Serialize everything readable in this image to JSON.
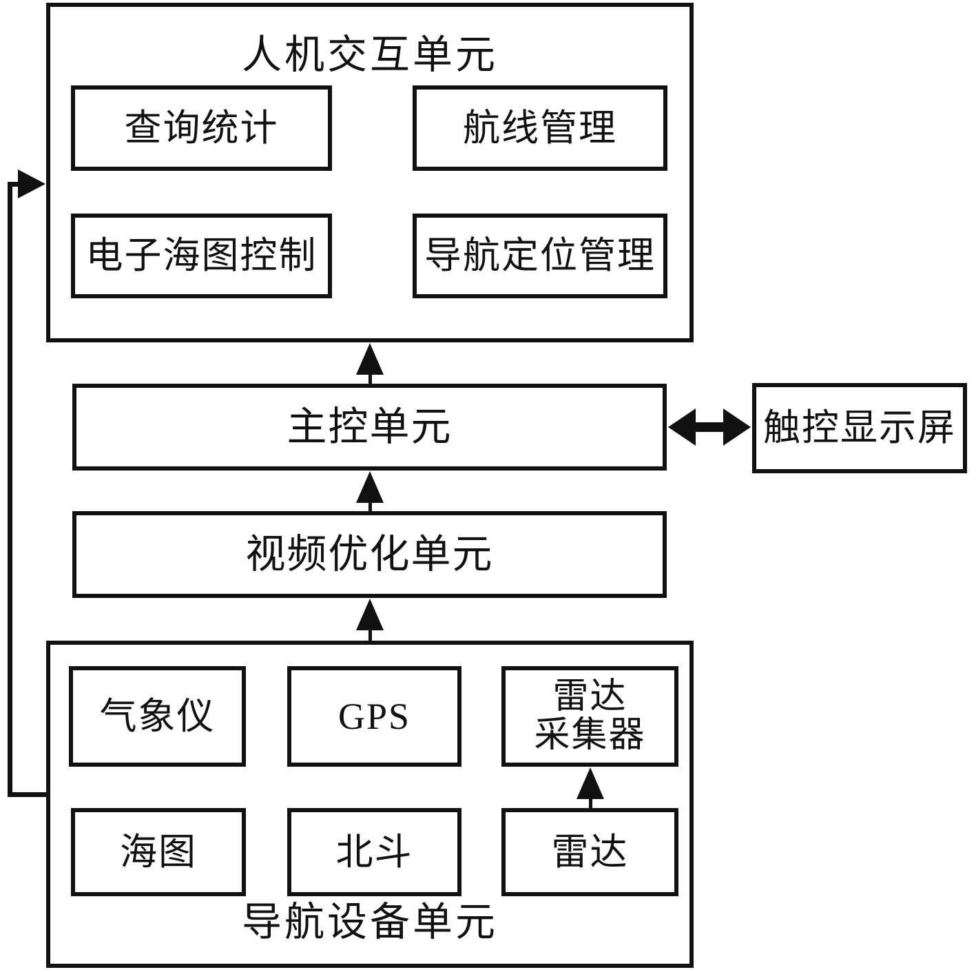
{
  "colors": {
    "ink": "#111111",
    "background": "#ffffff"
  },
  "hmi_unit": {
    "title": "人机交互单元",
    "modules": {
      "query_stats": "查询统计",
      "route_mgmt": "航线管理",
      "echart_control": "电子海图控制",
      "nav_position_mgmt": "导航定位管理"
    }
  },
  "main_control_unit": {
    "label": "主控单元"
  },
  "touch_display": {
    "label": "触控显示屏"
  },
  "video_optimization_unit": {
    "label": "视频优化单元"
  },
  "nav_equipment_unit": {
    "title": "导航设备单元",
    "devices": {
      "weather_instrument": "气象仪",
      "gps": "GPS",
      "radar_collector": "雷达\n采集器",
      "sea_chart": "海图",
      "beidou": "北斗",
      "radar": "雷达"
    }
  }
}
